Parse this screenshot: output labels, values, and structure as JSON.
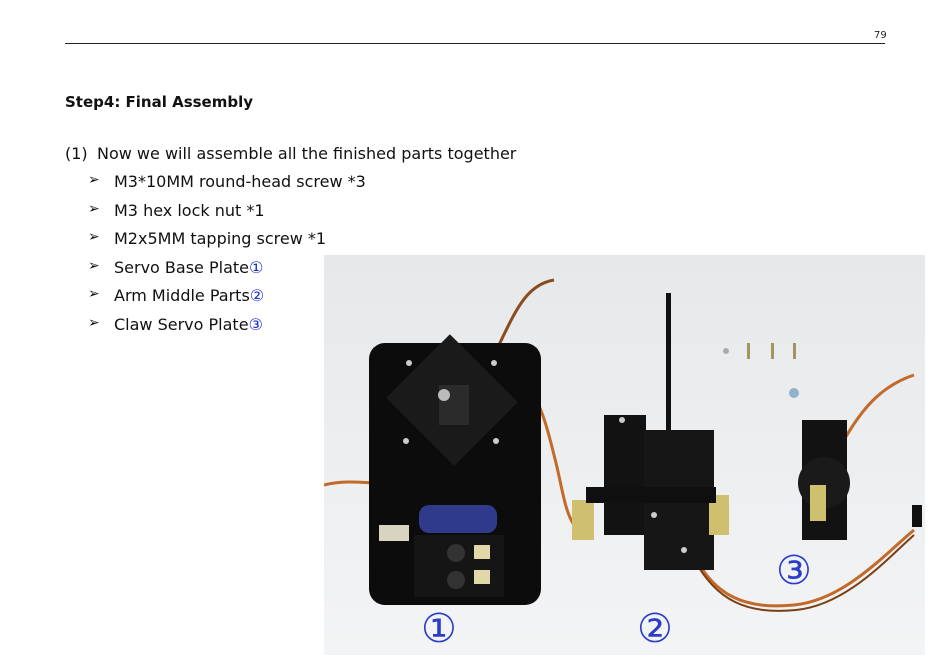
{
  "page": {
    "number": "79"
  },
  "heading": "Step4: Final Assembly",
  "intro": {
    "number": "(1)",
    "text": "Now we will assemble all the finished parts together"
  },
  "parts": [
    {
      "text": "M3*10MM round-head screw *3",
      "marker": ""
    },
    {
      "text": "M3 hex lock nut *1",
      "marker": ""
    },
    {
      "text": "M2x5MM tapping screw *1",
      "marker": ""
    },
    {
      "text": "Servo Base Plate",
      "marker": "①"
    },
    {
      "text": "Arm Middle Parts",
      "marker": "②"
    },
    {
      "text": "Claw Servo Plate",
      "marker": "③"
    }
  ],
  "photo": {
    "labels": [
      "①",
      "②",
      "③"
    ]
  },
  "colors": {
    "marker": "#1d2fd6",
    "photo_label": "#2b3cc9"
  }
}
